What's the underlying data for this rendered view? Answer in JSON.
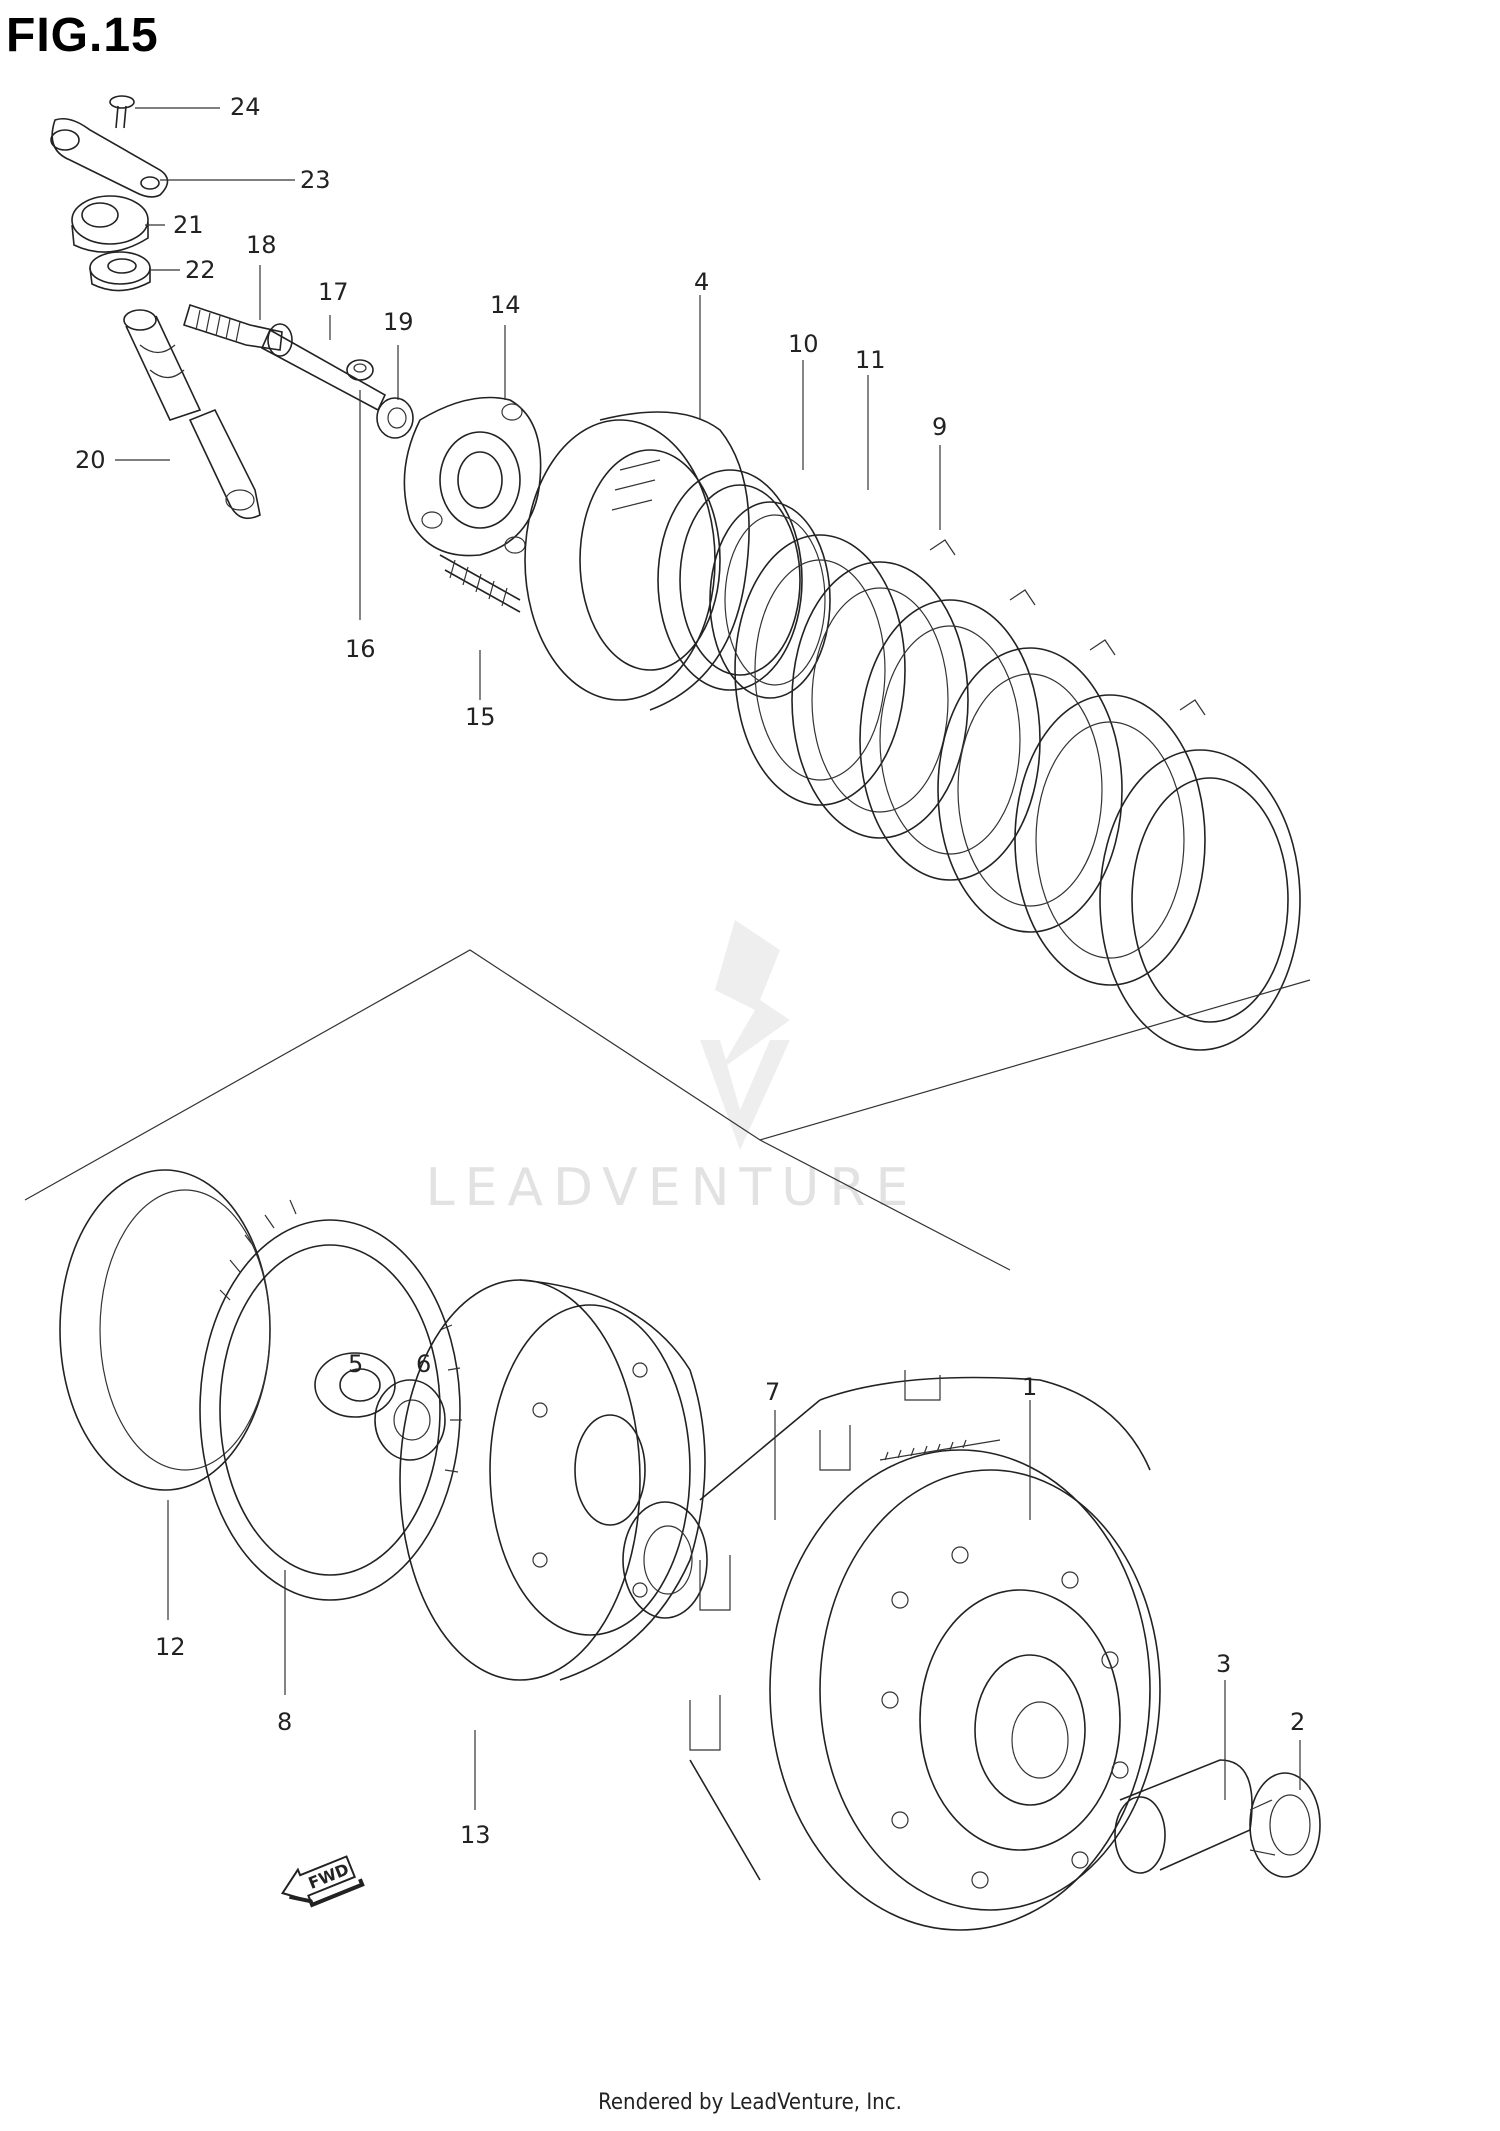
{
  "figure": {
    "title": "FIG.15"
  },
  "watermark": {
    "text": "LEADVENTURE"
  },
  "fwd_arrow": {
    "text": "FWD"
  },
  "callouts": {
    "c1": "1",
    "c2": "2",
    "c3": "3",
    "c4": "4",
    "c5": "5",
    "c6": "6",
    "c7": "7",
    "c8": "8",
    "c9": "9",
    "c10": "10",
    "c11": "11",
    "c12": "12",
    "c13": "13",
    "c14": "14",
    "c15": "15",
    "c16": "16",
    "c17": "17",
    "c18": "18",
    "c19": "19",
    "c20": "20",
    "c21": "21",
    "c22": "22",
    "c23": "23",
    "c24": "24"
  },
  "footer": {
    "text": "Rendered by LeadVenture, Inc."
  },
  "colors": {
    "line": "#222222",
    "watermark": "#e6e6e6",
    "background": "#ffffff"
  }
}
